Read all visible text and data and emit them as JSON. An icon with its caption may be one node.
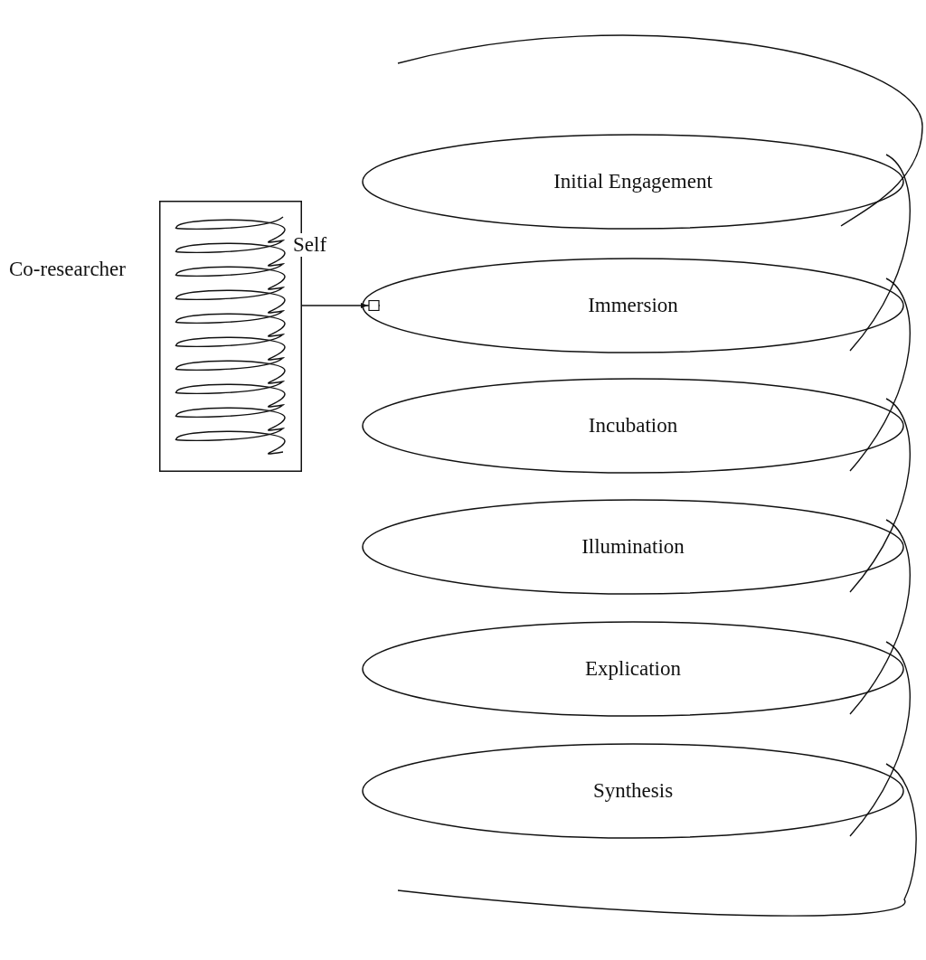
{
  "diagram": {
    "nodes": [
      {
        "text": [],
        "shape": "box"
      },
      {
        "text": [
          "Initial Engagement"
        ]
      },
      {
        "text": [
          "Immersion"
        ]
      },
      {
        "text": [
          "Incubation"
        ]
      },
      {
        "text": [
          "Illumination"
        ]
      },
      {
        "text": [
          "Explication"
        ]
      },
      {
        "text": [
          "Synthesis"
        ]
      }
    ],
    "edges": [
      {
        "from": 0,
        "to": 2,
        "arrow": "to"
      }
    ],
    "labels": [
      "Co-researcher",
      "Self"
    ]
  }
}
